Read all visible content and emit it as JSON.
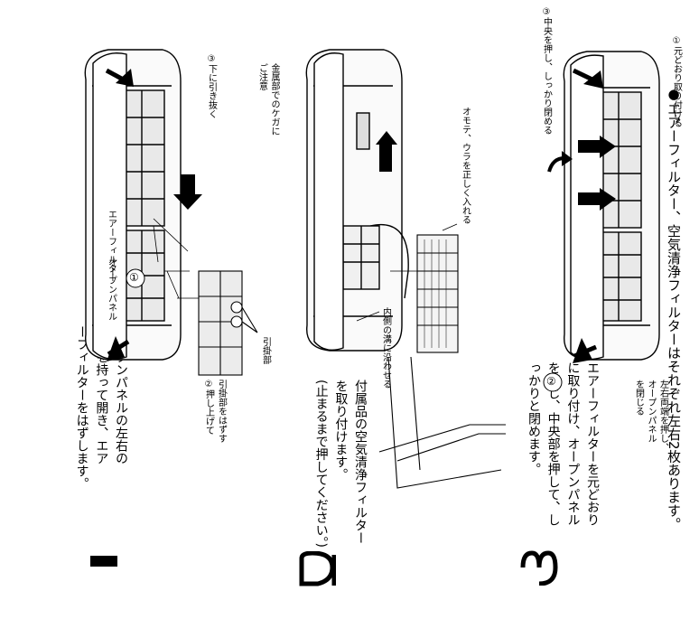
{
  "header": {
    "bullet": "●",
    "text": "エアーフィルター、空気清浄フィルターはそれぞれ左右2枚あります。"
  },
  "steps": [
    {
      "number": "1",
      "text_lines": [
        "オープンパネルの左右の",
        "下部を持って開き、エア",
        "ーフィルターをはずします。"
      ],
      "labels": {
        "air_filter": "エアーフィルター",
        "open_panel": "オープンパネル",
        "push_up": "②押し上げて",
        "remove_hook": "引掛部をはずす",
        "hook": "引掛部",
        "pull_down": "③下に引き抜く",
        "caution": [
          "金属部でのケガに",
          "ご注意"
        ]
      },
      "circled": [
        "①"
      ]
    },
    {
      "number": "2",
      "text_lines": [
        "付属品の空気清浄フィルター",
        "を取り付けます。",
        "(止まるまで押してください。)"
      ],
      "labels": {
        "groove": "内側の溝に沿わせる",
        "front_back": "オモテ、ウラを正しく入れる"
      }
    },
    {
      "number": "3",
      "text_lines": [
        "エアーフィルターを元どおり",
        "に取り付け、オープンパネル",
        "を閉じ、中央部を押して、し",
        "っかりと閉めます。"
      ],
      "labels": {
        "press_both_ends": [
          "左右両端を押し、",
          "オープンパネル",
          "を閉じる"
        ],
        "press_center": "③中央を押し、しっかり閉める",
        "reattach": "①元どおり取り付ける"
      },
      "circled": [
        "②"
      ]
    }
  ]
}
